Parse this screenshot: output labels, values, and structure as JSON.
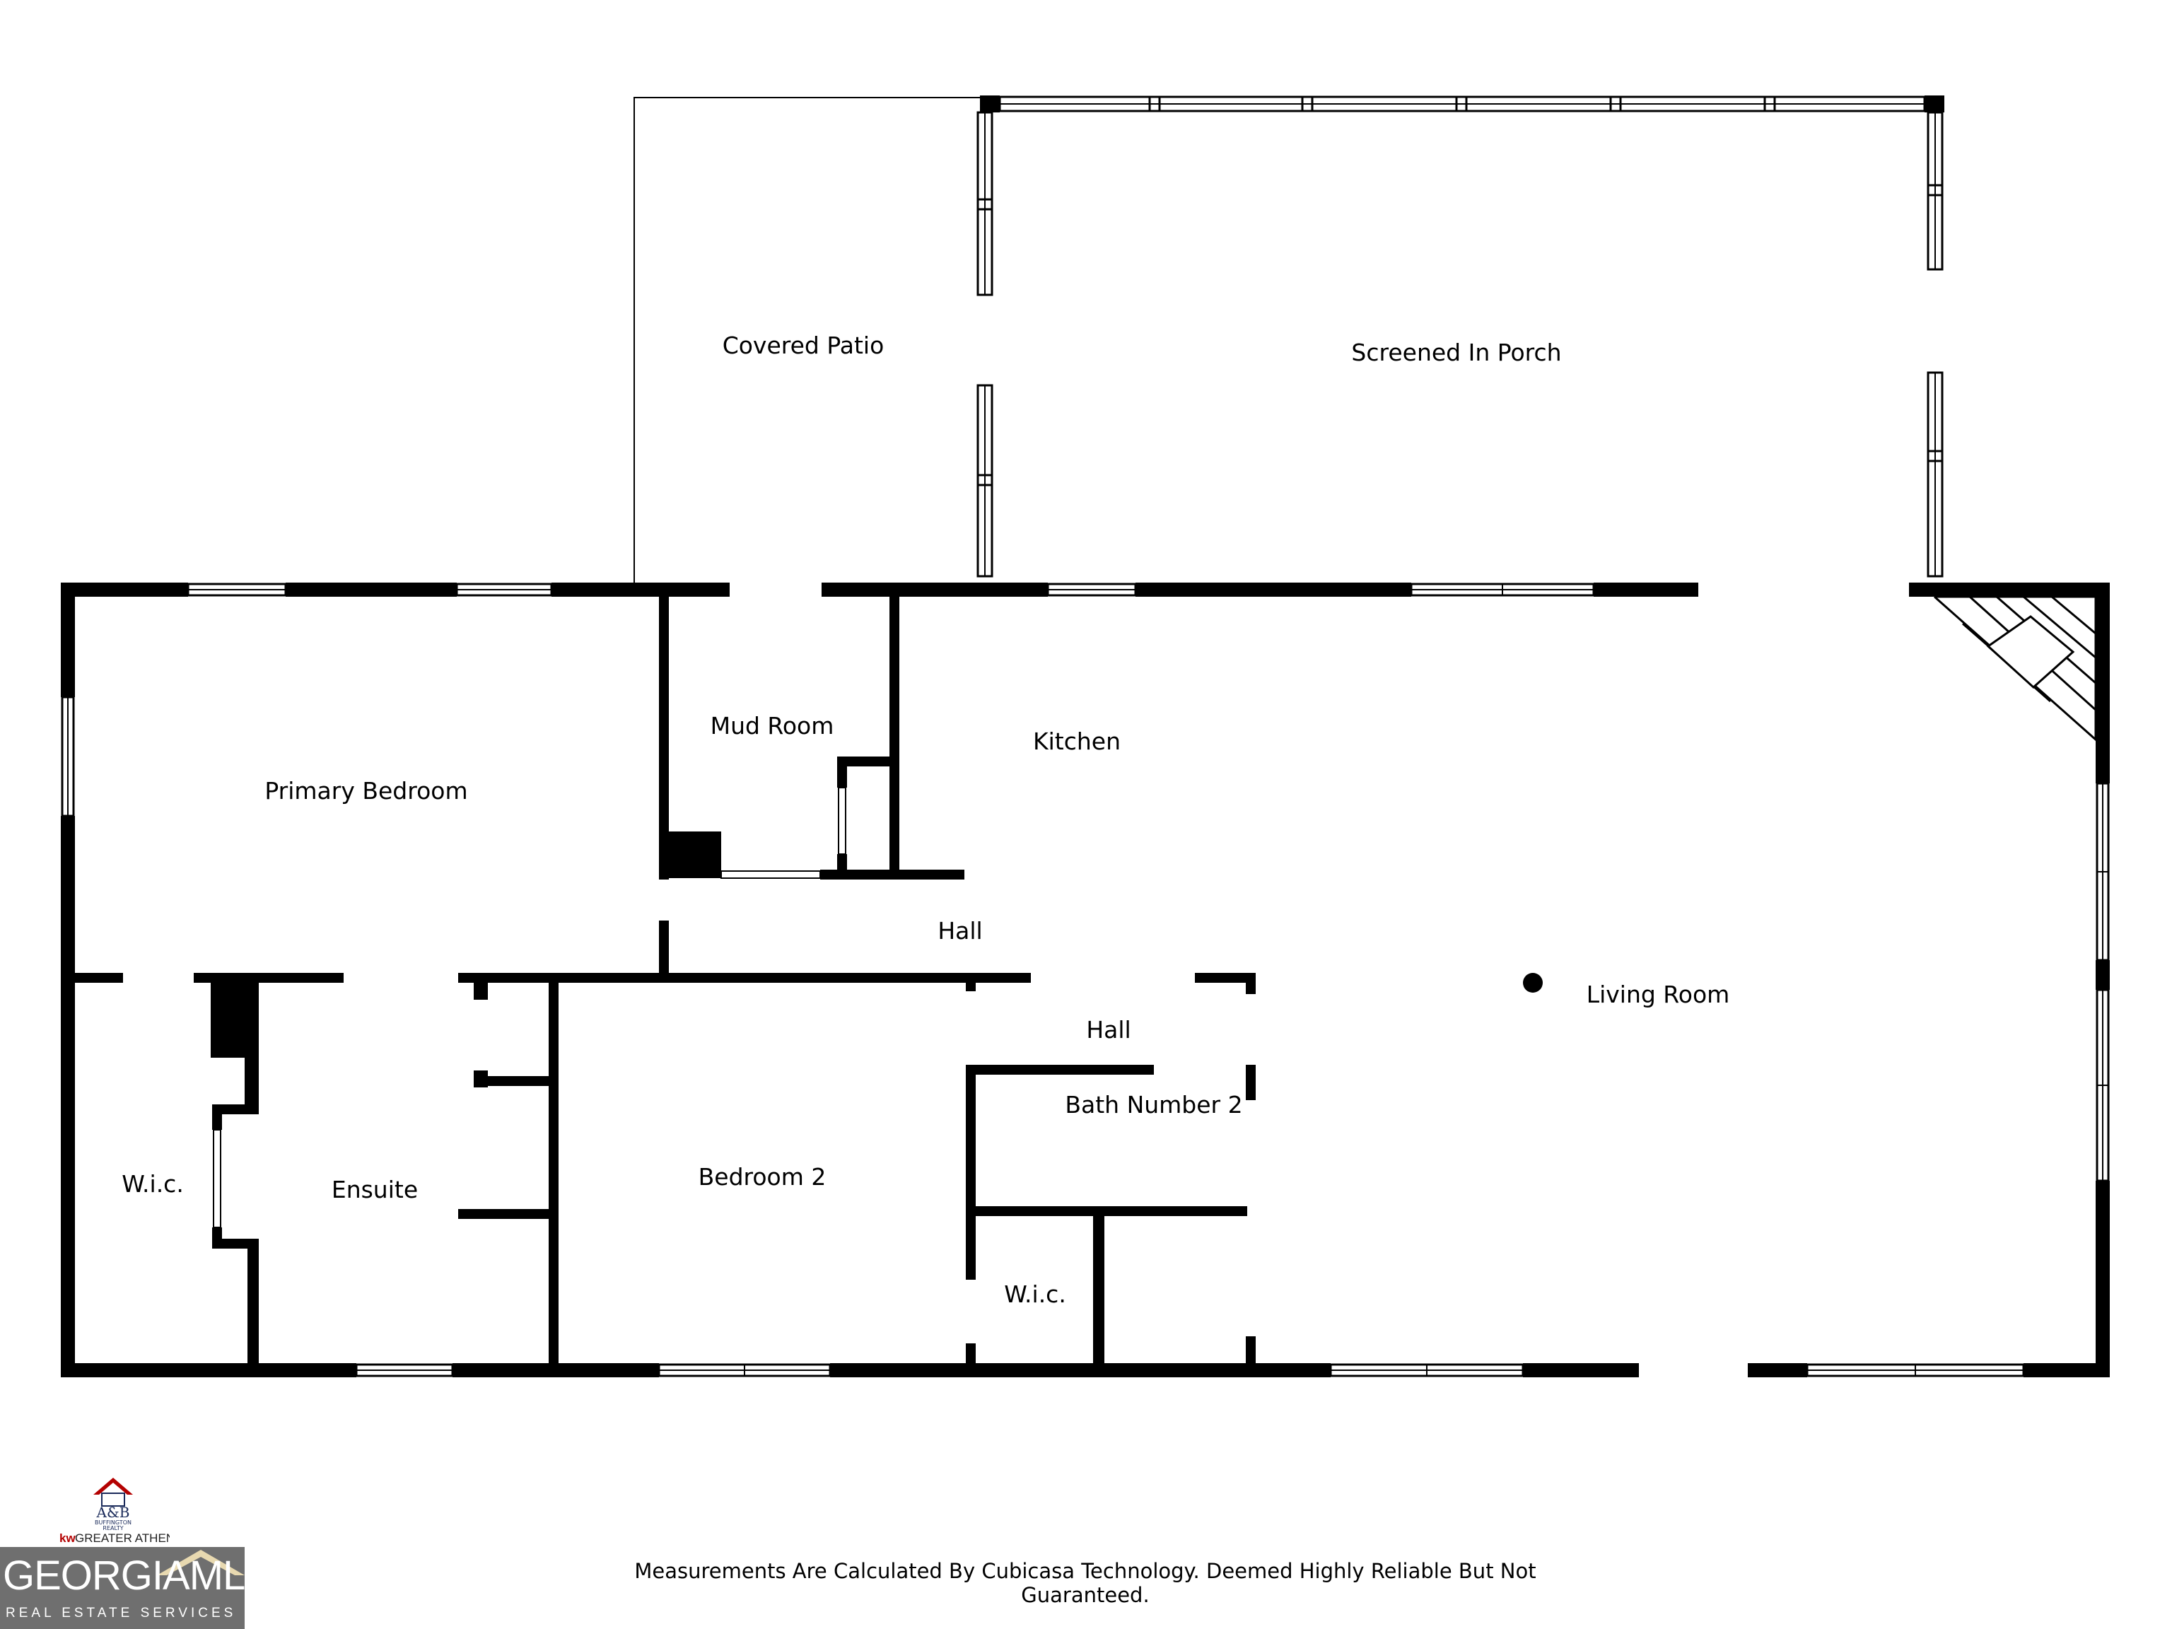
{
  "rooms": {
    "covered_patio": "Covered Patio",
    "screened_porch": "Screened In Porch",
    "mud_room": "Mud Room",
    "kitchen": "Kitchen",
    "primary_bedroom": "Primary Bedroom",
    "hall_main": "Hall",
    "living_room": "Living Room",
    "hall_small": "Hall",
    "bath_2": "Bath Number 2",
    "wic_primary": "W.i.c.",
    "ensuite": "Ensuite",
    "bedroom_2": "Bedroom 2",
    "wic_bedroom2": "W.i.c."
  },
  "footer": {
    "disclaimer": "Measurements Are Calculated By Cubicasa Technology. Deemed Highly Reliable But Not Guaranteed."
  },
  "logos": {
    "ab_name": "A&B",
    "ab_line1": "BUFFINGTON",
    "ab_line2": "REALTY",
    "kw_brand": "kw",
    "kw_name": "GREATER ATHENS",
    "mls_name": "GEORGIAMLS",
    "mls_tagline": "REAL ESTATE SERVICES"
  },
  "colors": {
    "wall": "#000000",
    "background": "#ffffff",
    "mls_badge": "#6f6f6f",
    "kw_red": "#b40101"
  }
}
